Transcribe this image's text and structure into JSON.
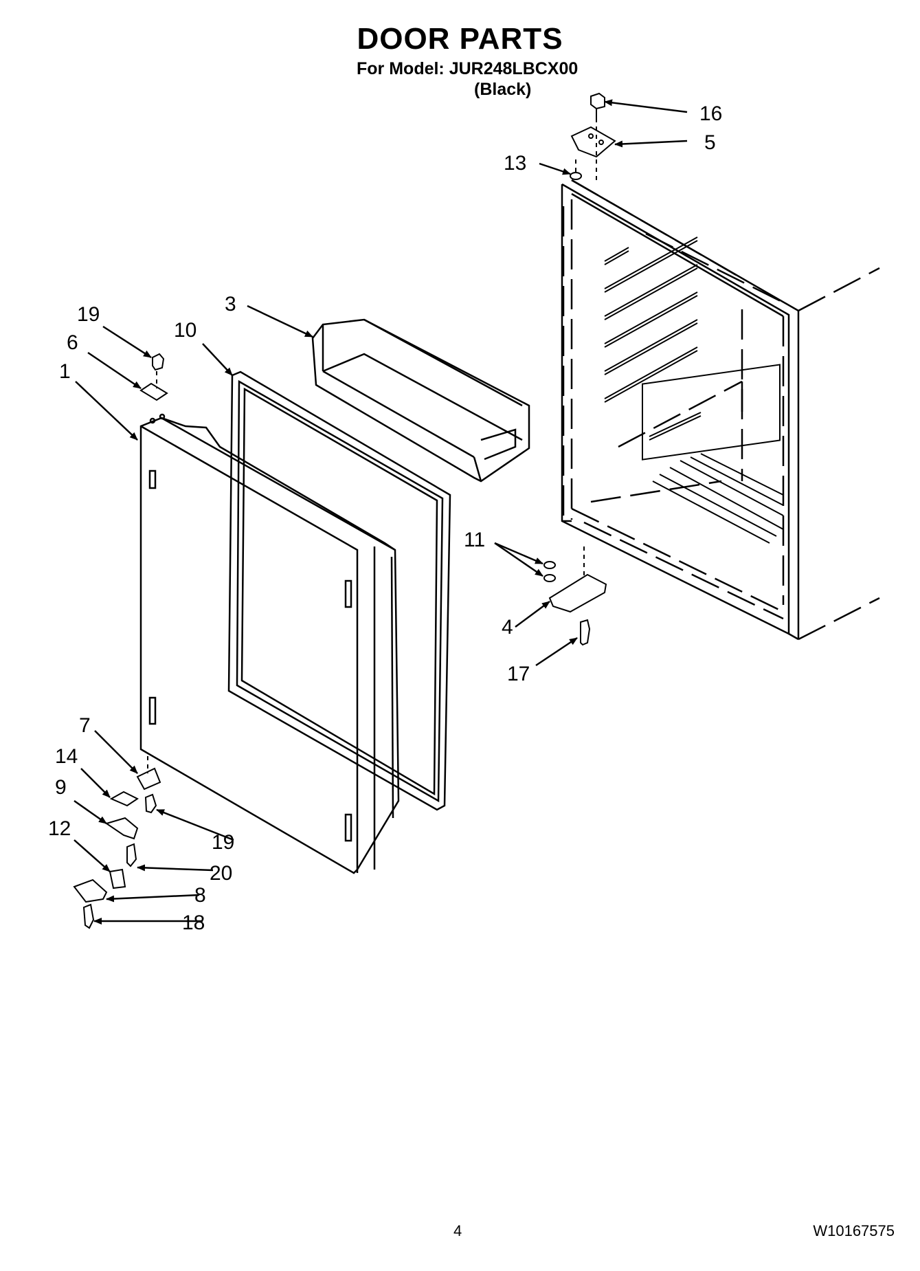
{
  "header": {
    "title": "DOOR PARTS",
    "model_line": "For Model: JUR248LBCX00",
    "color_line": "(Black)"
  },
  "callouts": [
    {
      "key": "c16",
      "label": "16"
    },
    {
      "key": "c5",
      "label": "5"
    },
    {
      "key": "c13",
      "label": "13"
    },
    {
      "key": "c19a",
      "label": "19"
    },
    {
      "key": "c3",
      "label": "3"
    },
    {
      "key": "c6",
      "label": "6"
    },
    {
      "key": "c10",
      "label": "10"
    },
    {
      "key": "c1",
      "label": "1"
    },
    {
      "key": "c11",
      "label": "11"
    },
    {
      "key": "c4",
      "label": "4"
    },
    {
      "key": "c17",
      "label": "17"
    },
    {
      "key": "c7",
      "label": "7"
    },
    {
      "key": "c14",
      "label": "14"
    },
    {
      "key": "c9",
      "label": "9"
    },
    {
      "key": "c19b",
      "label": "19"
    },
    {
      "key": "c12",
      "label": "12"
    },
    {
      "key": "c20",
      "label": "20"
    },
    {
      "key": "c8",
      "label": "8"
    },
    {
      "key": "c18",
      "label": "18"
    }
  ],
  "footer": {
    "page_number": "4",
    "doc_number": "W10167575"
  }
}
